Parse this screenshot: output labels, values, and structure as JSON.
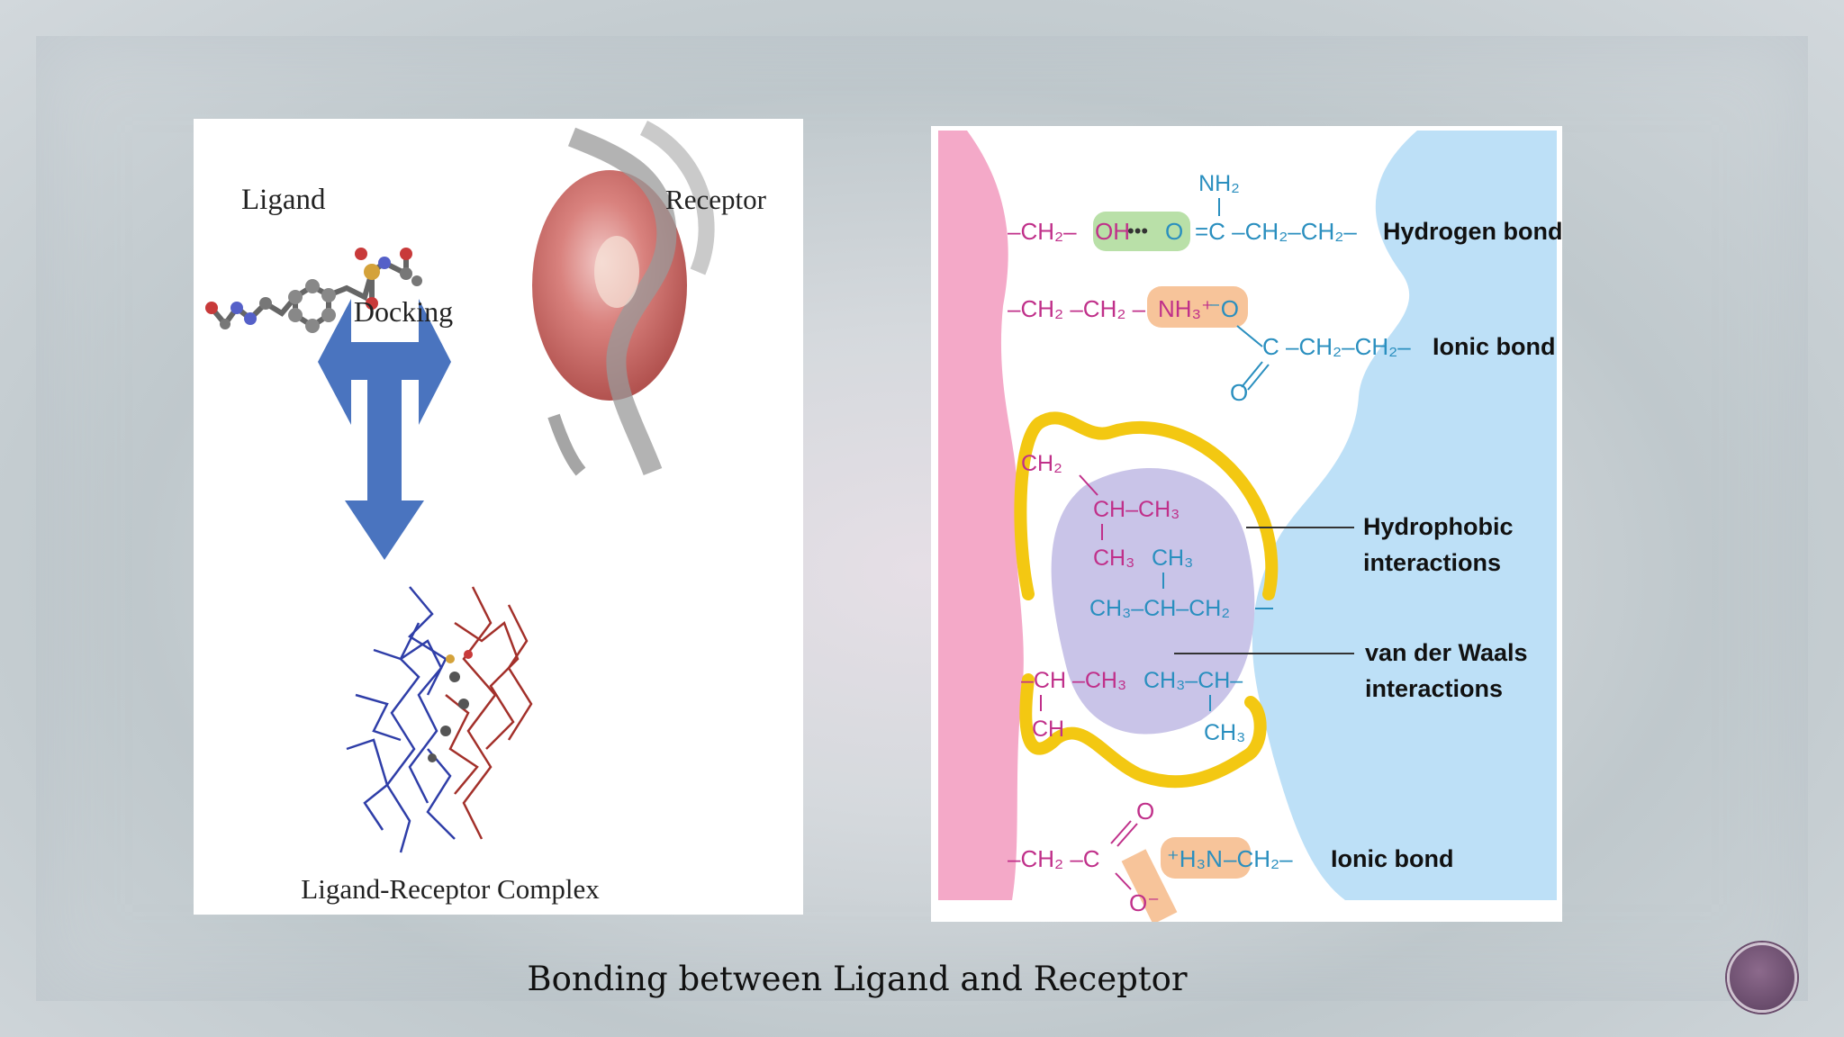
{
  "left_figure": {
    "ligand_label": "Ligand",
    "docking_label": "Docking",
    "receptor_label": "Receptor",
    "complex_label": "Ligand-Receptor Complex"
  },
  "right_figure": {
    "row1": {
      "nh2": "NH₂",
      "left_chain": "–CH₂–",
      "oh": "OH",
      "dots": "•••",
      "o": "O",
      "right_chain": "=C –CH₂–CH₂–",
      "label": "Hydrogen bond"
    },
    "row2": {
      "left_chain": "–CH₂ –CH₂ –",
      "nh3": "NH₃⁺",
      "o_minus": "⁻O",
      "right_chain": "C –CH₂–CH₂–",
      "o_bottom": "O",
      "label": "Ionic bond"
    },
    "hydrophobic": {
      "ch2_top": "CH₂",
      "ch_ch3": "CH–CH₃",
      "ch3_a": "CH₃",
      "ch3_b": "CH₃",
      "ch3_ch_ch2": "CH₃–CH–CH₂",
      "ch_ch3_left": "–CH –CH₃",
      "ch3_ch_right": "CH₃–CH–",
      "ch_bottom": "CH",
      "ch3_bottom": "CH₃",
      "label_line1": "Hydrophobic",
      "label_line2": "interactions",
      "vdw_line1": "van der Waals",
      "vdw_line2": "interactions"
    },
    "row3": {
      "left_chain": "–CH₂ –C",
      "o_top": "O",
      "o_minus": "O⁻",
      "h3n": "⁺H₃N",
      "right_chain": "–CH₂–",
      "label": "Ionic bond"
    }
  },
  "caption": "Bonding between Ligand and Receptor",
  "colors": {
    "arrow_blue": "#4a74bf",
    "receptor_pink": "#f4a9c8",
    "ligand_blue": "#bde0f7",
    "hydrophobic_yellow": "#f3c812",
    "pocket_lavender": "#c9c4e8"
  }
}
